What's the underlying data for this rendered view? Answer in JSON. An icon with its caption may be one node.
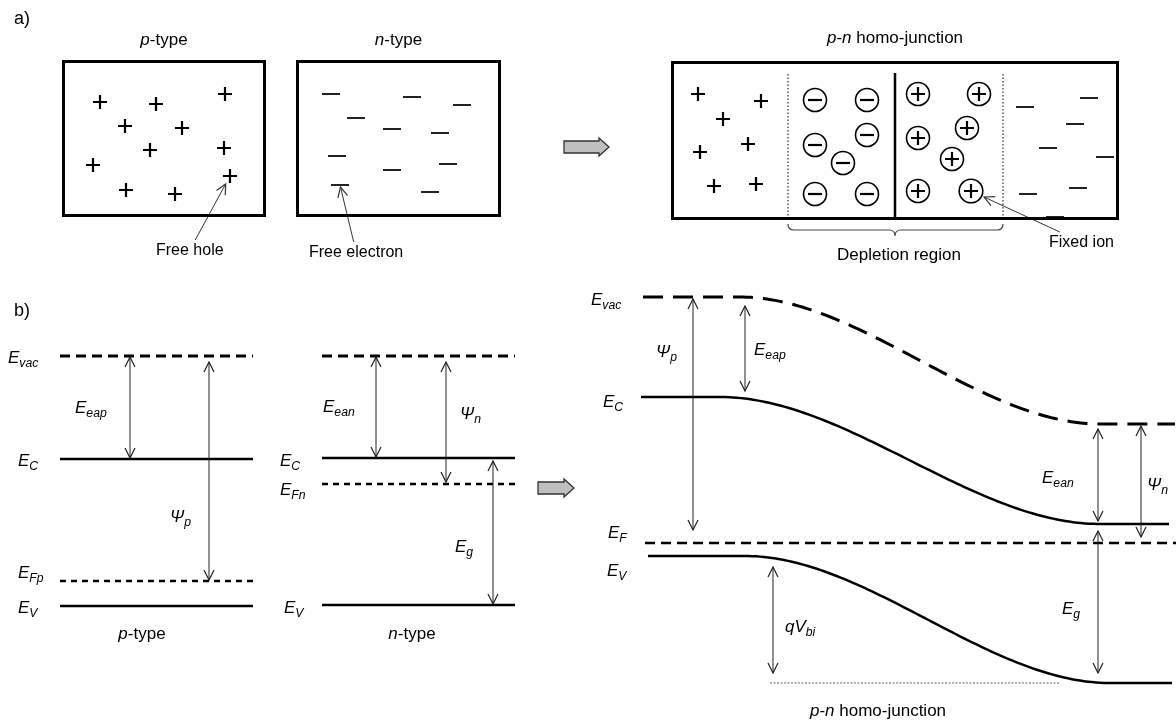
{
  "diagram": {
    "nodes": [
      {
        "text": [
          "*p*-type"
        ]
      },
      {
        "text": [
          "*n*-type"
        ]
      },
      {
        "text": [
          "*p*-*n* homo-junction"
        ]
      },
      {
        "text": [
          "Free hole"
        ]
      },
      {
        "text": [
          "Free electron"
        ]
      },
      {
        "text": [
          "Fixed ion"
        ]
      },
      {
        "text": [],
        "shape": "plus",
        "in": 0
      },
      {
        "text": [],
        "shape": "dash",
        "in": 1
      },
      {
        "text": [],
        "shape": "circle",
        "in": 2
      }
    ],
    "edges": [
      {
        "from": 3,
        "to": 6,
        "arrow": "to"
      },
      {
        "from": 4,
        "to": 7,
        "arrow": "to"
      },
      {
        "from": 5,
        "to": 8,
        "arrow": "to"
      }
    ],
    "labels": [
      "a)",
      "Depletion region",
      "b)",
      "E$_{vac}$",
      "E$_{eap}$",
      "E$_{C}$",
      "Ψ$_{p}$",
      "E$_{Fp}$",
      "E$_{V}$",
      "*p*-type",
      "E$_{ean}$",
      "Ψ$_{n}$",
      "E$_{C}$",
      "E$_{Fn}$",
      "E$_{g}$",
      "E$_{V}$",
      "*n*-type",
      "E$_{vac}$",
      "Ψ$_{p}$",
      "E$_{eap}$",
      "E$_{C}$",
      "E$_{ean}$",
      "Ψ$_{n}$",
      "E$_{F}$",
      "E$_{V}$",
      "qV$_{bi}$",
      "E$_{g}$",
      "*p*-*n* homo-junction"
    ]
  }
}
